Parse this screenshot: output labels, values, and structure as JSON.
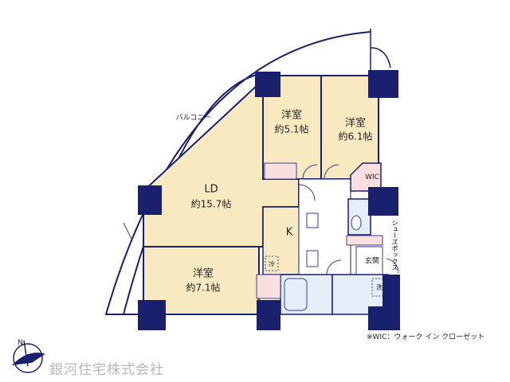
{
  "colors": {
    "wall": "#1a1f6e",
    "room": "#f9e9c1",
    "wet": "#e4eef8",
    "closet": "#f9dfe0",
    "line": "#3a3f8a"
  },
  "rooms": {
    "balcony": "バルコニー",
    "ld": {
      "name": "LD",
      "size": "約15.7帖"
    },
    "western1": {
      "name": "洋室",
      "size": "約5.1帖"
    },
    "western2": {
      "name": "洋室",
      "size": "約6.1帖"
    },
    "western3": {
      "name": "洋室",
      "size": "約7.1帖"
    },
    "kitchen": "K",
    "wic": "WIC",
    "shoe_box": "シューズボックス",
    "entrance": "玄関",
    "fridge": "冷",
    "washer": "洗"
  },
  "note": "※WIC：ウォーク イン クローゼット",
  "company": "銀河住宅株式会社",
  "compass": {
    "direction": "N"
  }
}
